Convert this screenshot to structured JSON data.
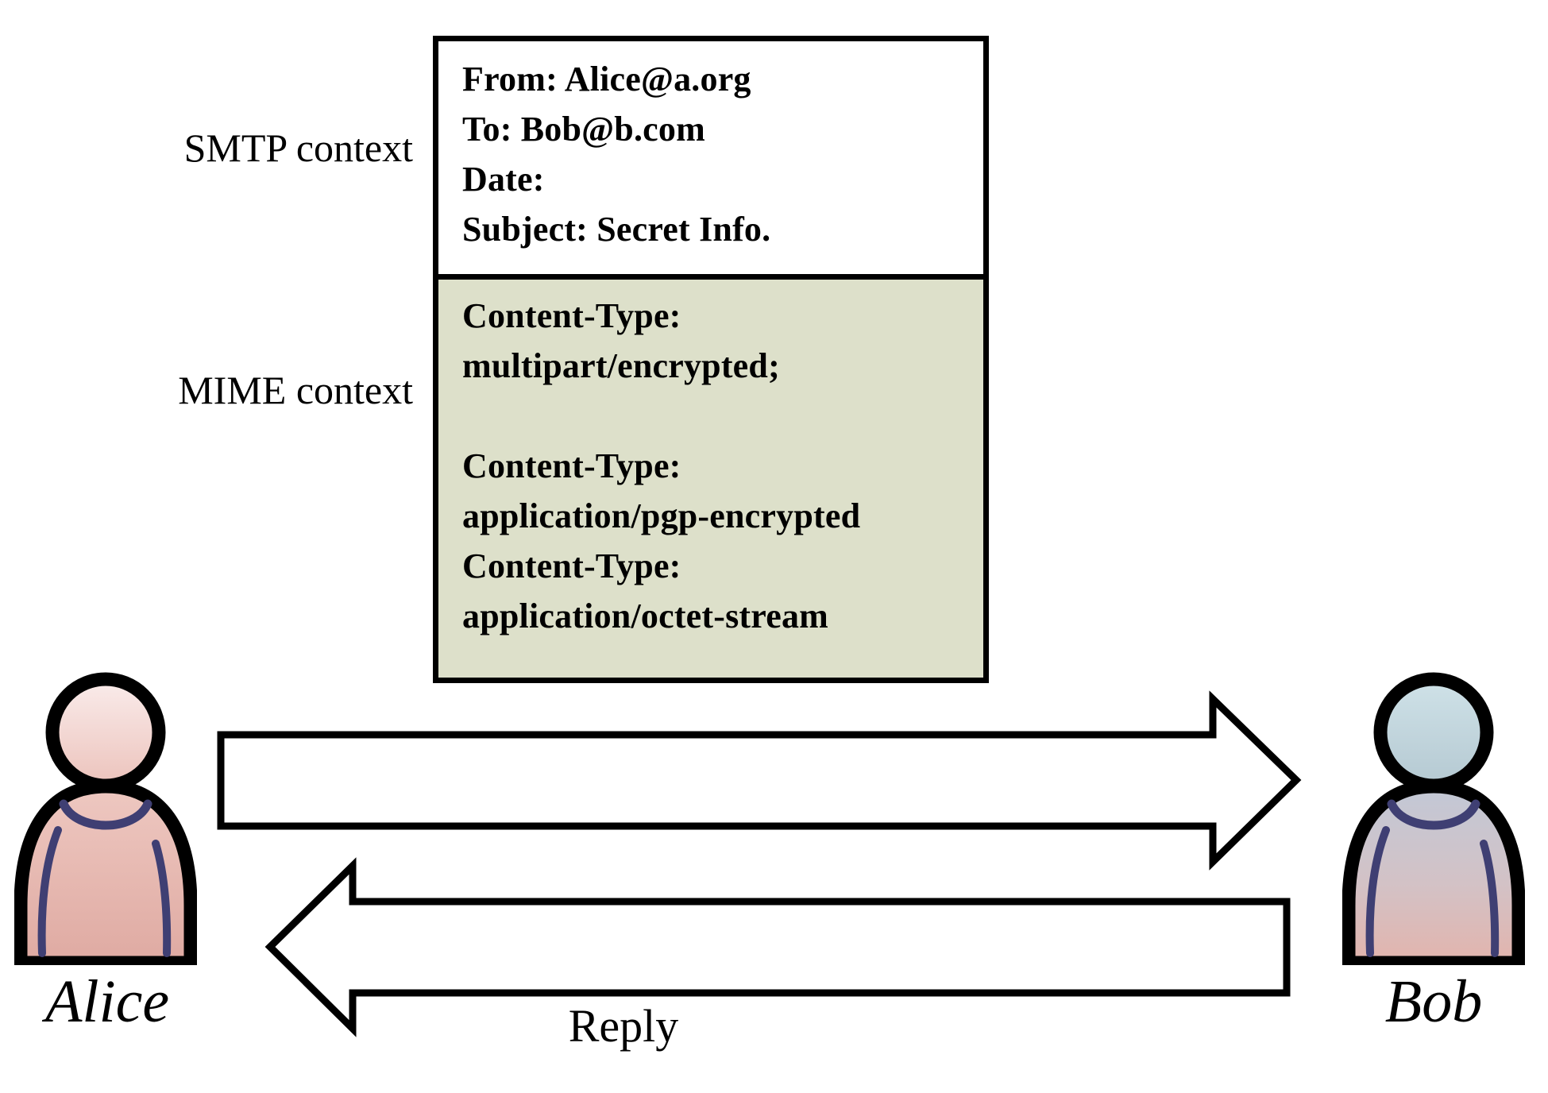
{
  "diagram": {
    "title": "Email encryption SMTP / MIME context diagram",
    "colors": {
      "mime_background": "#dde0ca",
      "smtp_background": "#ffffff",
      "outline": "#000000",
      "alice_head": "#f7e0dd",
      "alice_body": "#e8b8b0",
      "bob_head": "#b8d0d8",
      "bob_body_top": "#bfc6d4",
      "bob_body_bottom": "#e0b5ae",
      "collar": "#3f3f73"
    }
  },
  "labels": {
    "smtp_context": "SMTP context",
    "mime_context": "MIME context",
    "reply": "Reply"
  },
  "actors": {
    "left": {
      "name": "Alice",
      "icon": "person-icon"
    },
    "right": {
      "name": "Bob",
      "icon": "person-icon"
    }
  },
  "message": {
    "smtp_headers": [
      "From: Alice@a.org",
      "To: Bob@b.com",
      "Date:",
      "Subject: Secret Info."
    ],
    "mime_headers": [
      "Content-Type:",
      "multipart/encrypted;",
      "",
      "Content-Type:",
      "application/pgp-encrypted",
      "Content-Type:",
      "application/octet-stream"
    ]
  },
  "arrows": {
    "forward": {
      "direction": "right",
      "from": "Alice",
      "to": "Bob",
      "label": ""
    },
    "reverse": {
      "direction": "left",
      "from": "Bob",
      "to": "Alice",
      "label": "Reply"
    }
  }
}
